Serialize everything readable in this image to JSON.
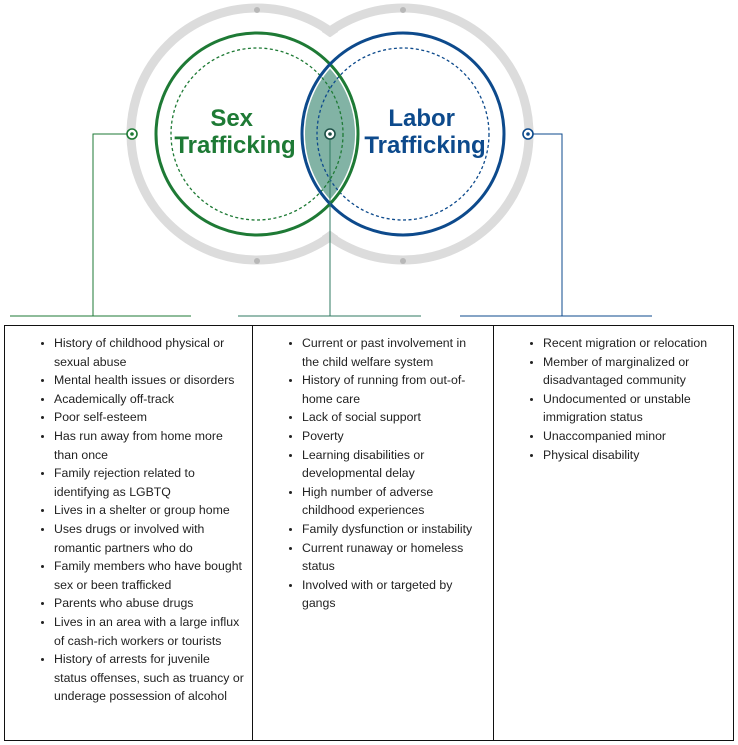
{
  "venn": {
    "sex_circle": {
      "title_line1": "Sex",
      "title_line2": "Trafficking",
      "color": "#1e7a35"
    },
    "labor_circle": {
      "title_line1": "Labor",
      "title_line2": "Trafficking",
      "color": "#0d4a8c"
    },
    "overlap_color": "#82b3a5"
  },
  "columns": {
    "sex": [
      "History of childhood physical or sexual abuse",
      "Mental health issues or disorders",
      "Academically off-track",
      "Poor self-esteem",
      "Has run away from home more than once",
      "Family rejection related to identifying as LGBTQ",
      "Lives in a shelter or group home",
      "Uses drugs or involved with romantic partners who do",
      "Family members who have bought sex or been trafficked",
      "Parents who abuse drugs",
      "Lives in an area with a large influx of cash-rich workers or tourists",
      "History of arrests for juvenile status offenses, such as truancy or underage possession of alcohol"
    ],
    "shared": [
      "Current or past involvement in the child welfare system",
      "History of running from out-of-home care",
      "Lack of social support",
      "Poverty",
      "Learning disabilities or developmental delay",
      "High number of adverse childhood experiences",
      "Family dysfunction or instability",
      "Current runaway or homeless status",
      "Involved with or targeted by gangs"
    ],
    "labor": [
      "Recent migration or relocation",
      "Member of marginalized or disadvantaged community",
      "Undocumented or unstable immigration status",
      "Unaccompanied minor",
      "Physical disability"
    ]
  }
}
